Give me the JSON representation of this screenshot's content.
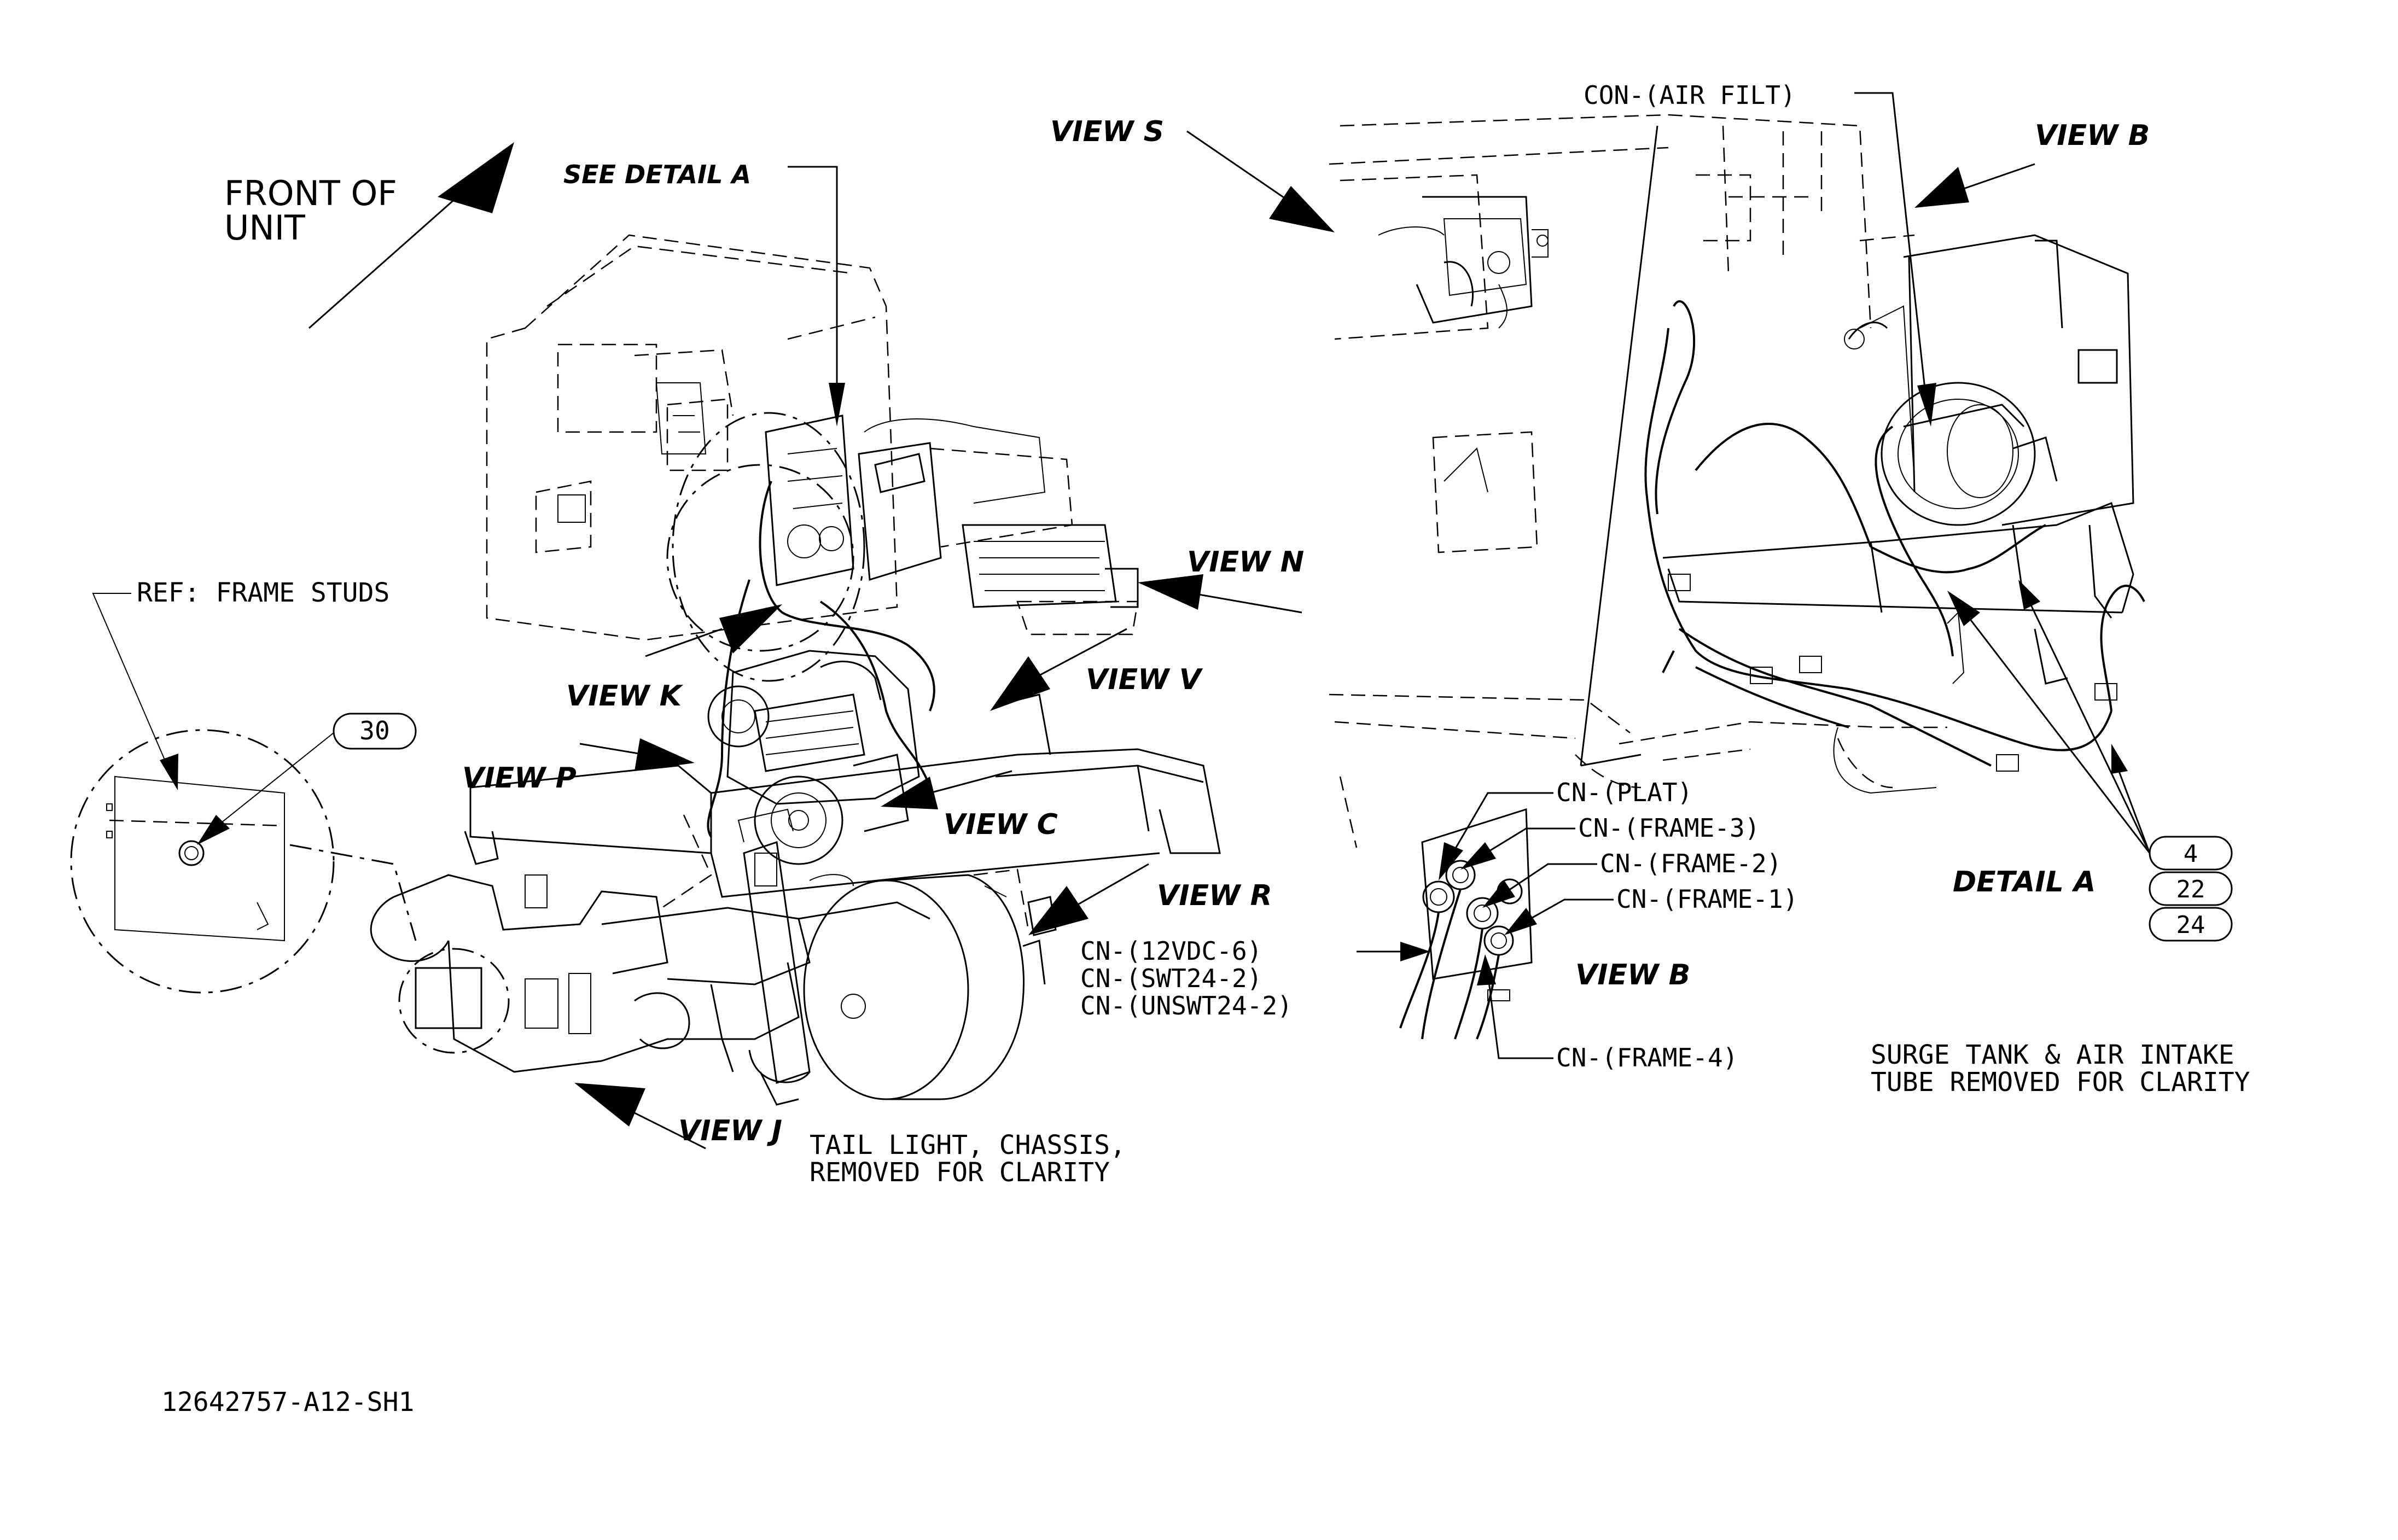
{
  "labels": {
    "front_of_unit_1": "FRONT OF",
    "front_of_unit_2": "UNIT",
    "see_detail": "SEE DETAIL A",
    "view_s": "VIEW S",
    "view_b_top": "VIEW B",
    "view_n": "VIEW N",
    "view_k": "VIEW K",
    "view_v": "VIEW V",
    "view_p": "VIEW P",
    "view_c": "VIEW C",
    "view_r": "VIEW R",
    "view_j": "VIEW J",
    "view_b_bottom": "VIEW B",
    "detail_a": "DETAIL A",
    "ref_frame_studs": "REF: FRAME STUDS",
    "con_air_filt": "CON-(AIR FILT)",
    "cn_plat": "CN-(PLAT)",
    "cn_frame_3": "CN-(FRAME-3)",
    "cn_frame_2": "CN-(FRAME-2)",
    "cn_frame_1": "CN-(FRAME-1)",
    "cn_12vdc_6": "CN-(12VDC-6)",
    "cn_swt24_2": "CN-(SWT24-2)",
    "cn_unswt24_2": "CN-(UNSWT24-2)",
    "cn_frame_4": "CN-(FRAME-4)",
    "note_tail_1": "TAIL LIGHT, CHASSIS,",
    "note_tail_2": "REMOVED FOR CLARITY",
    "note_surge_1": "SURGE TANK & AIR INTAKE",
    "note_surge_2": "TUBE REMOVED FOR CLARITY",
    "drawing_number": "12642757-A12-SH1"
  },
  "balloons": {
    "b30": "30",
    "b4": "4",
    "b22": "22",
    "b24": "24"
  }
}
